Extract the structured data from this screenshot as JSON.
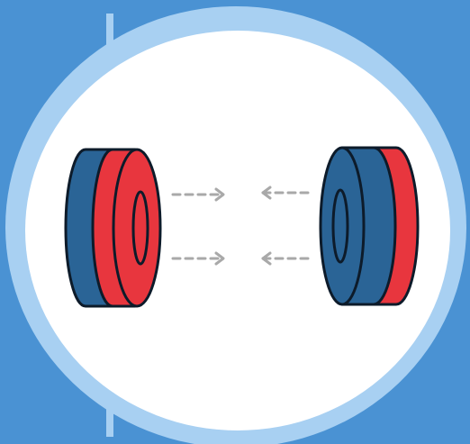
{
  "colors": {
    "background": "#4a92d3",
    "ring": "#a8d0f2",
    "circle_fill": "#ffffff",
    "north_red": "#e8363e",
    "south_blue": "#2a6496",
    "outline": "#0d1b2a",
    "arrow": "#a9a9a9"
  },
  "magnets": [
    {
      "name": "left",
      "face_pole_color": "red",
      "back_pole_color": "blue",
      "faces": "right"
    },
    {
      "name": "right",
      "face_pole_color": "blue",
      "back_pole_color": "red",
      "faces": "left"
    }
  ],
  "arrows": [
    {
      "name": "left-top",
      "direction": "right"
    },
    {
      "name": "left-bottom",
      "direction": "right"
    },
    {
      "name": "right-top",
      "direction": "left"
    },
    {
      "name": "right-bottom",
      "direction": "left"
    }
  ]
}
